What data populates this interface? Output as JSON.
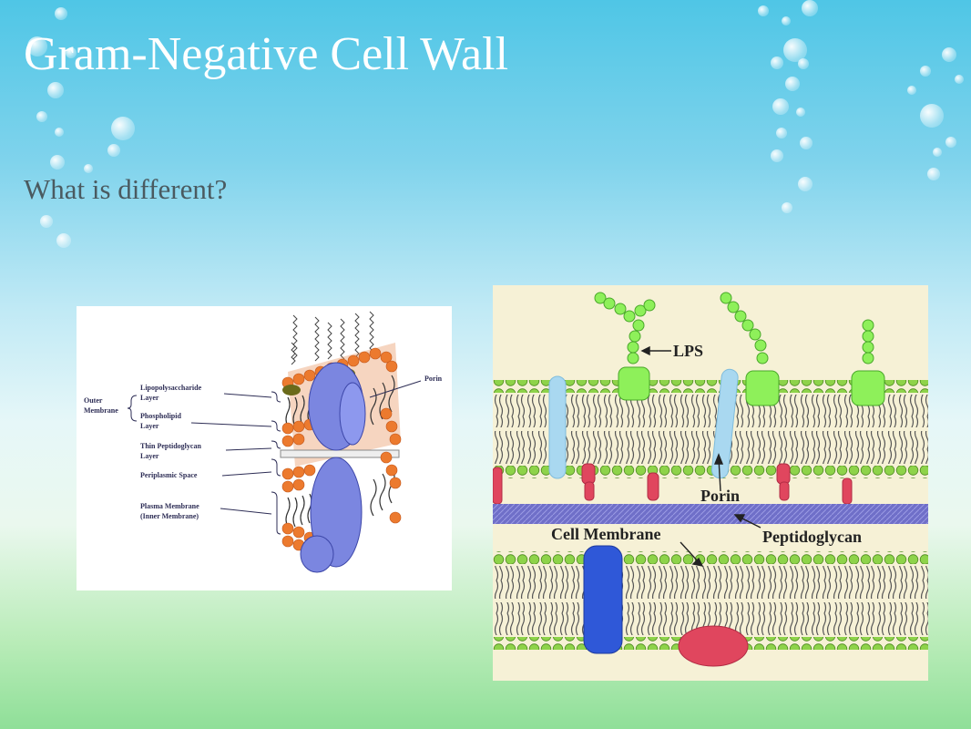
{
  "slide": {
    "title": "Gram-Negative Cell Wall",
    "subtitle": "What is different?"
  },
  "figure_left": {
    "labels": {
      "outer1": "Outer",
      "outer2": "Membrane",
      "lps1": "Lipopolysaccharide",
      "lps2": "Layer",
      "phos1": "Phospholipid",
      "phos2": "Layer",
      "pep1": "Thin Peptidoglycan",
      "pep2": "Layer",
      "peri": "Periplasmic Space",
      "plasma1": "Plasma Membrane",
      "plasma2": "(Inner Membrane)",
      "porin": "Porin"
    }
  },
  "figure_right": {
    "labels": {
      "lps": "LPS",
      "porin": "Porin",
      "cell_membrane": "Cell Membrane",
      "peptidoglycan": "Peptidoglycan"
    }
  },
  "colors": {
    "lipid_head": "#ec7a2e",
    "protein": "#7b86e0",
    "green_head": "#8ed34a",
    "lps_green": "#8ef05a",
    "peptidoglycan": "#6f6fc8",
    "porin": "#a9d8f0",
    "membrane_protein": "#2f58d8",
    "red_protein": "#e0465e"
  }
}
